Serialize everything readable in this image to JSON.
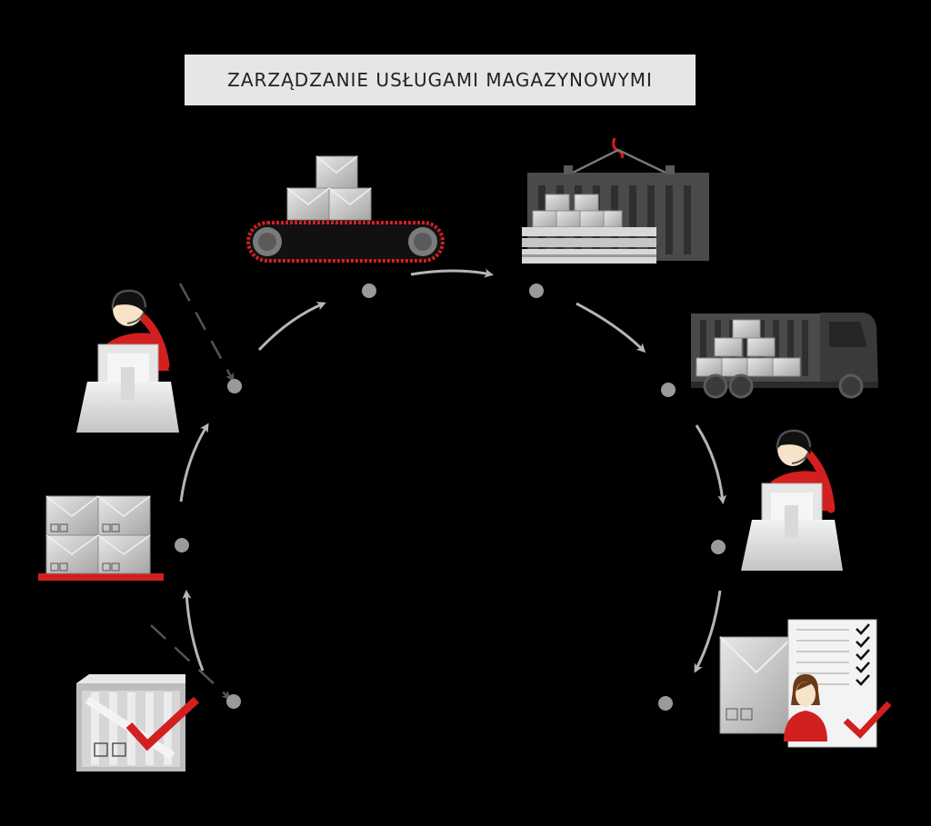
{
  "title": "ZARZĄDZANIE USŁUGAMI MAGAZYNOWYMI",
  "colors": {
    "background": "#000000",
    "accent": "#d21f1f",
    "node": "#9a9a9a",
    "arrow": "#b5b5b5",
    "box_light": "#dcdcdc",
    "box_dark": "#a9a9a9",
    "container": "#4a4a4a"
  },
  "steps": [
    {
      "id": "receiving-inspection",
      "icon": "crate-check-icon"
    },
    {
      "id": "pallet-storage",
      "icon": "pallet-boxes-icon"
    },
    {
      "id": "order-operator",
      "icon": "operator-headset-icon"
    },
    {
      "id": "conveyor",
      "icon": "conveyor-belt-icon"
    },
    {
      "id": "container-loading",
      "icon": "container-crane-icon"
    },
    {
      "id": "transport",
      "icon": "truck-icon"
    },
    {
      "id": "dispatch-operator",
      "icon": "operator-headset-icon"
    },
    {
      "id": "delivery-confirmation",
      "icon": "checklist-approval-icon"
    }
  ]
}
